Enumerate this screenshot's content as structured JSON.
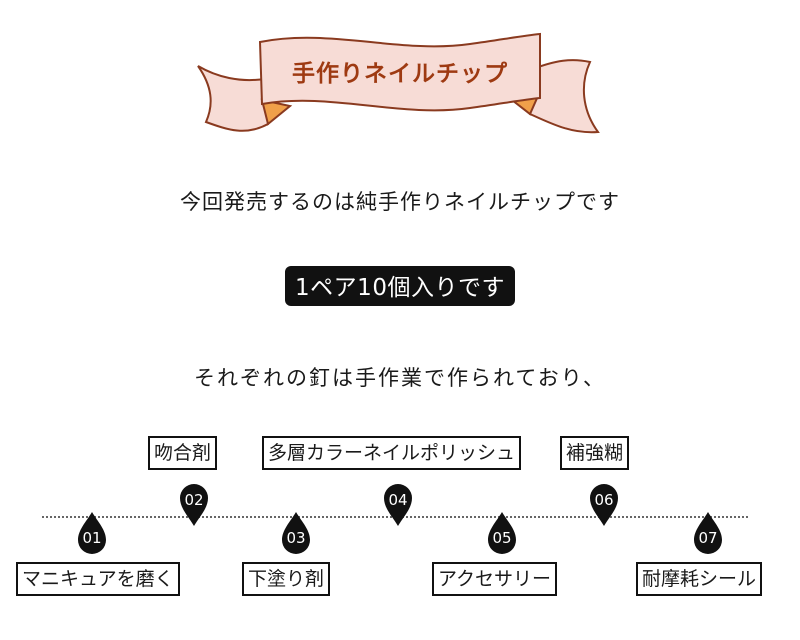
{
  "banner": {
    "title": "手作りネイルチップ"
  },
  "intro": {
    "line1": "今回発売するのは純手作りネイルチップです",
    "highlight": "1ペア10個入りです",
    "line3": "それぞれの釘は手作業で作られており、"
  },
  "steps": [
    {
      "num": "01",
      "label": "マニキュアを磨く"
    },
    {
      "num": "02",
      "label": "吻合剤"
    },
    {
      "num": "03",
      "label": "下塗り剤"
    },
    {
      "num": "04",
      "label": "多層カラーネイルポリッシュ"
    },
    {
      "num": "05",
      "label": "アクセサリー"
    },
    {
      "num": "06",
      "label": "補強糊"
    },
    {
      "num": "07",
      "label": "耐摩耗シール"
    }
  ],
  "colors": {
    "banner_fill": "#f7dcd6",
    "banner_border": "#8a3a1f",
    "banner_fold": "#f0a04a",
    "title_text": "#9e3a12",
    "pill_bg": "#111111"
  }
}
